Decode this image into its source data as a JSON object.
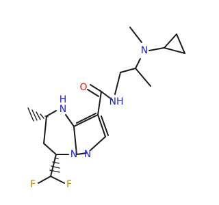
{
  "colors": {
    "background": "#ffffff",
    "bond": "#1a1a1a",
    "carbon": "#1a1a1a",
    "nitrogen": "#2222dd",
    "oxygen": "#ee1111",
    "fluorine": "#b8860b"
  },
  "labels": {
    "nh_amide": "NH",
    "n_methylamino": "N",
    "o_carbonyl": "O",
    "nh_ring_h": "H",
    "nh_ring_n": "N",
    "n_bridge": "N",
    "n_pyrazole": "N",
    "f_left": "F",
    "f_right": "F"
  }
}
